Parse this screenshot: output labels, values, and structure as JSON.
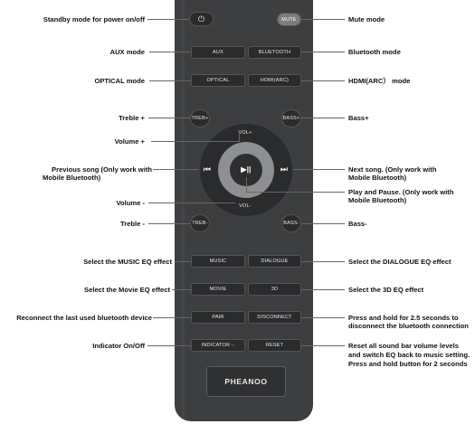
{
  "remote": {
    "brand": "PHEANOO",
    "buttons": {
      "power": "⏻",
      "mute": "MUTE",
      "aux": "AUX",
      "bluetooth": "BLUETOOTH",
      "optical": "OPTICAL",
      "hdmi": "HDMI(ARC)",
      "treble_plus": "TREB+",
      "bass_plus": "BASS+",
      "vol_plus": "VOL+",
      "vol_minus": "VOL-",
      "prev": "⏮",
      "play": "▶||",
      "next": "⏭",
      "treble_minus": "TREB-",
      "bass_minus": "BASS-",
      "music": "MUSIC",
      "dialogue": "DIALOGUE",
      "movie": "MOVIE",
      "threed": "3D",
      "pair": "PAIR",
      "disconnect": "DISCONNECT",
      "indicator": "INDICATOR  ◌",
      "reset": "RESET"
    }
  },
  "labels": {
    "standby": "Standby mode for power on/off",
    "mute": "Mute mode",
    "aux": "AUX mode",
    "bluetooth": "Bluetooth mode",
    "optical": "OPTICAL mode",
    "hdmi": "HDMI(ARC） mode",
    "treble_plus": "Treble +",
    "bass_plus": "Bass+",
    "volume_plus": "Volume +",
    "prev_1": "Previous song (Only work with",
    "prev_2": "Mobile Bluetooth)",
    "next_1": "Next song. (Only work with",
    "next_2": "Mobile Bluetooth)",
    "play_1": "Play and Pause. (Only work with",
    "play_2": "Mobile Bluetooth)",
    "volume_minus": "Volume -",
    "treble_minus": "Treble -",
    "bass_minus": "Bass-",
    "music": "Select the MUSIC EQ effect",
    "dialogue": "Select the DIALOGUE EQ effect",
    "movie": "Select the Movie EQ effect",
    "threed": "Select the 3D EQ effect",
    "pair": "Reconnect the last used bluetooth device",
    "disconnect_1": "Press and hold for 2.5 seconds to",
    "disconnect_2": "disconnect the bluetooth connection",
    "indicator": "Indicator On/Off",
    "reset_1": "Reset all sound bar volume levels",
    "reset_2": "and switch EQ back to music setting.",
    "reset_3": "Press and hold button for 2 seconds"
  },
  "colors": {
    "remote_body": "#3d3e40",
    "button": "#2a2b2d",
    "dpad_ring": "#8e8f91",
    "dpad_center": "#2d2e30"
  }
}
